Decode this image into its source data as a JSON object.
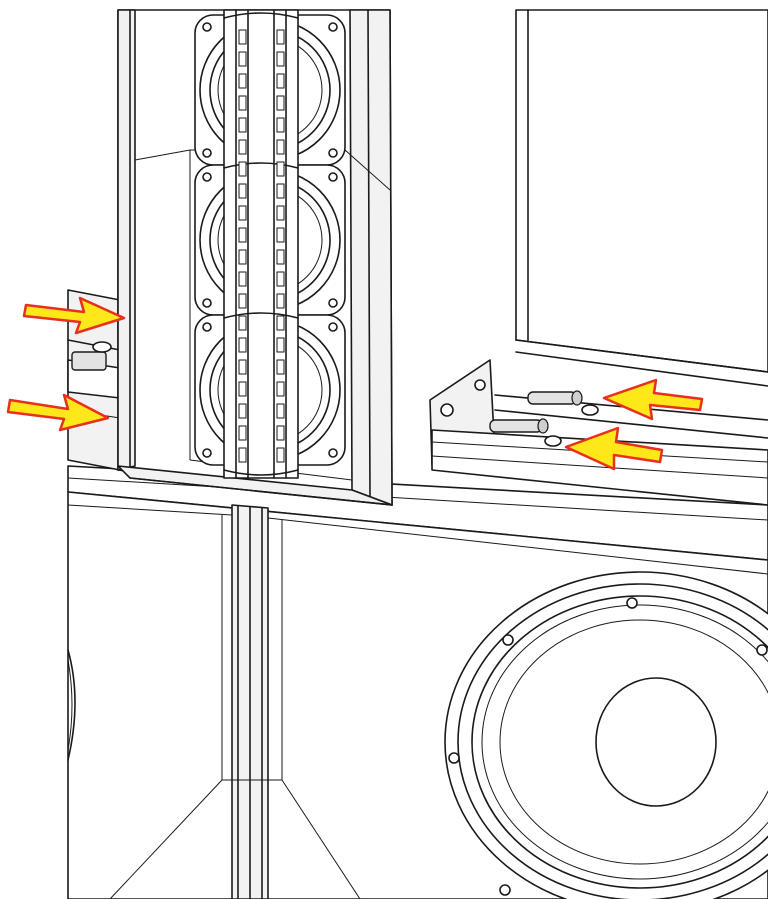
{
  "diagram": {
    "callouts": [
      {
        "name": "arrow-left-upper",
        "fill": "#ffe81a",
        "stroke": "#e8301c"
      },
      {
        "name": "arrow-left-lower",
        "fill": "#ffe81a",
        "stroke": "#e8301c"
      },
      {
        "name": "arrow-right-upper",
        "fill": "#ffe81a",
        "stroke": "#e8301c"
      },
      {
        "name": "arrow-right-lower",
        "fill": "#ffe81a",
        "stroke": "#e8301c"
      }
    ],
    "colors": {
      "line": "#1a1a1a",
      "background": "#ffffff",
      "arrow_fill": "#ffe81a",
      "arrow_outline": "#e8301c"
    },
    "driver_count": 3
  }
}
